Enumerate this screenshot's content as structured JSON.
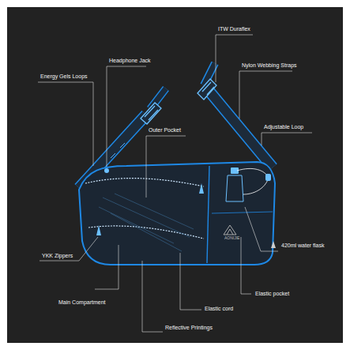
{
  "diagram": {
    "labels": [
      "ITW Duraflex",
      "Headphone Jack",
      "Energy Gels Loops",
      "Nylon Webbing Straps",
      "Outer Pocket",
      "Adjustable Loop",
      "420ml water flask",
      "YKK Zippers",
      "Elastic pocket",
      "Main Compartment",
      "Elastic cord",
      "Reflective Printings",
      "AONIJIE"
    ]
  }
}
